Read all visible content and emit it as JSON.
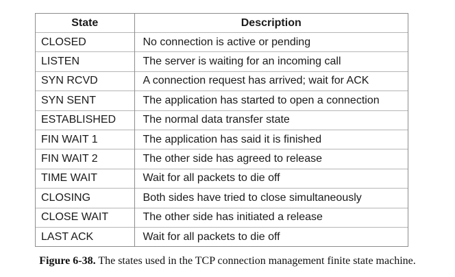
{
  "table": {
    "headers": [
      "State",
      "Description"
    ],
    "rows": [
      [
        "CLOSED",
        "No connection is active or pending"
      ],
      [
        "LISTEN",
        "The server is waiting for an incoming call"
      ],
      [
        "SYN RCVD",
        "A connection request has arrived; wait for ACK"
      ],
      [
        "SYN SENT",
        "The application has started to open a connection"
      ],
      [
        "ESTABLISHED",
        "The normal data transfer state"
      ],
      [
        "FIN WAIT 1",
        "The application has said it is finished"
      ],
      [
        "FIN WAIT 2",
        "The other side has agreed to release"
      ],
      [
        "TIME WAIT",
        "Wait for all packets to die off"
      ],
      [
        "CLOSING",
        "Both sides have tried to close simultaneously"
      ],
      [
        "CLOSE WAIT",
        "The other side has initiated a release"
      ],
      [
        "LAST ACK",
        "Wait for all packets to die off"
      ]
    ]
  },
  "caption": {
    "label": "Figure 6-38.",
    "text": "The states used in the TCP connection management finite state machine."
  }
}
